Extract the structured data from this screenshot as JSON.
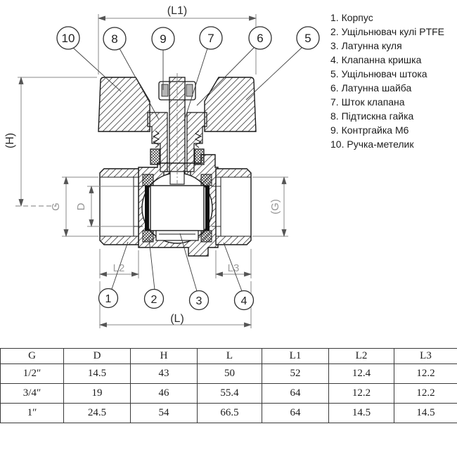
{
  "legend": {
    "items": [
      "1. Корпус",
      "2. Ущільнювач кулі PTFE",
      "3. Латунна куля",
      "4. Клапанна кришка",
      "5. Ущільнювач штока",
      "6. Латунна шайба",
      "7. Шток клапана",
      "8. Підтискна гайка",
      "9. Контргайка М6",
      "10. Ручка-метелик"
    ]
  },
  "drawing": {
    "dimensions": {
      "l1": "(L1)",
      "h": "(H)",
      "g_left": "G",
      "d": "D",
      "g_right": "(G)",
      "l2": "L2",
      "l3": "L3",
      "l": "(L)"
    },
    "callouts_top": [
      "10",
      "8",
      "9",
      "7",
      "6",
      "5"
    ],
    "callouts_bottom": [
      "1",
      "2",
      "3",
      "4"
    ]
  },
  "table": {
    "headers": [
      "G",
      "D",
      "H",
      "L",
      "L1",
      "L2",
      "L3"
    ],
    "rows": [
      [
        "1/2″",
        "14.5",
        "43",
        "50",
        "52",
        "12.4",
        "12.2"
      ],
      [
        "3/4″",
        "19",
        "46",
        "55.4",
        "64",
        "12.2",
        "12.2"
      ],
      [
        "1″",
        "24.5",
        "54",
        "66.5",
        "64",
        "14.5",
        "14.5"
      ]
    ]
  },
  "colors": {
    "part_line": "#1a1a1a",
    "dim_line": "#8a8a8a",
    "dim_label_gray": "#949494",
    "dim_label_dark": "#2f2f2f",
    "seal_black": "#101010"
  }
}
